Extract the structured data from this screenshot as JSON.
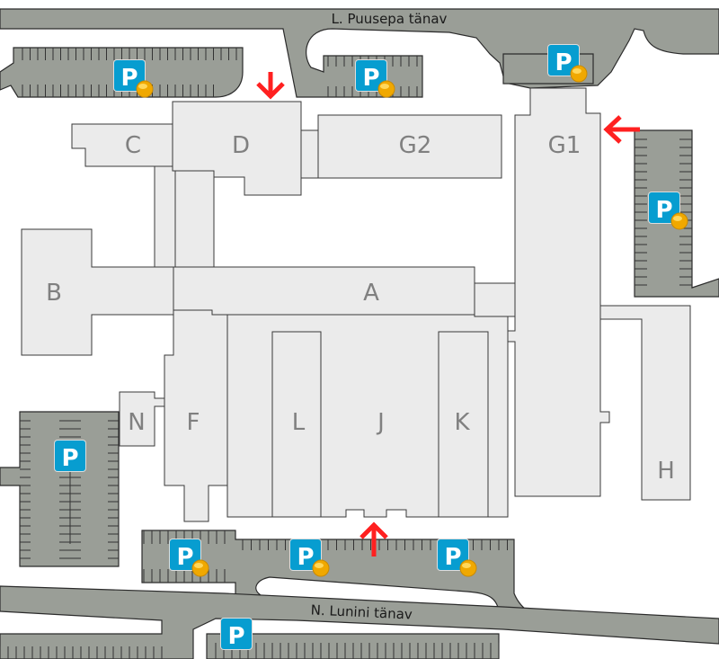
{
  "streets": {
    "north": "L. Puusepa tänav",
    "south": "N. Lunini tänav"
  },
  "buildings": {
    "A": "A",
    "B": "B",
    "C": "C",
    "D": "D",
    "F": "F",
    "G1": "G1",
    "G2": "G2",
    "H": "H",
    "J": "J",
    "K": "K",
    "L": "L",
    "N": "N"
  },
  "parking": {
    "label": "P",
    "icon": "parking-sign-icon",
    "paid_icon": "coin-icon"
  },
  "colors": {
    "road": "#9a9e97",
    "building": "#ebebeb",
    "parking": "#079dd0",
    "arrow": "#ff2020",
    "coin": "#f0a800"
  }
}
